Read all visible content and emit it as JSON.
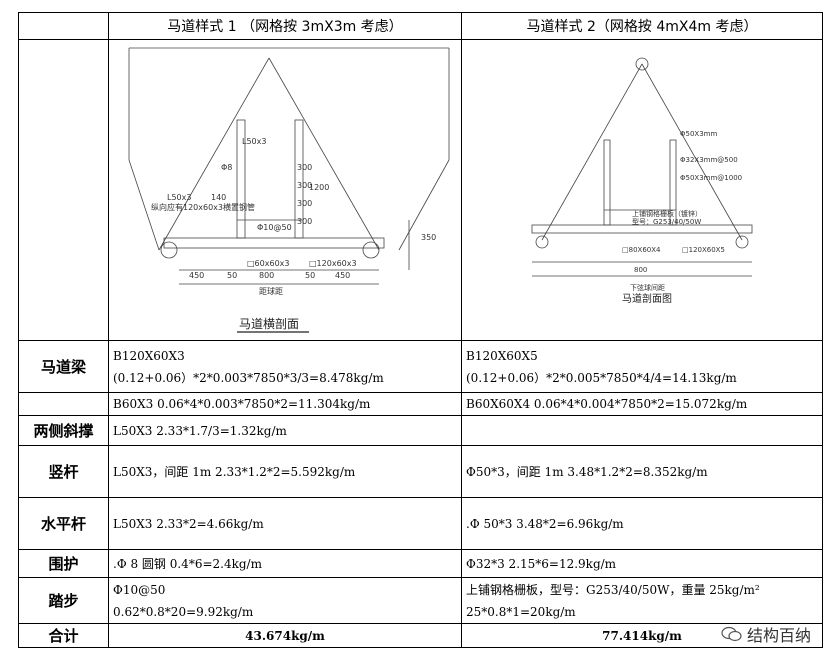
{
  "header": {
    "col1": "马道样式 1 （网格按 3mX3m 考虑）",
    "col2": "马道样式 2（网格按 4mX4m 考虑）"
  },
  "figures": {
    "fig1": {
      "caption": "马道横剖面",
      "labels": [
        "L50x3",
        "300",
        "300",
        "300",
        "300",
        "1200",
        "Φ8",
        "Φ10@50",
        "L50x3",
        "纵向应有120x60x3横置钢管",
        "140",
        "□60x60x3",
        "□120x60x3",
        "350",
        "450",
        "50",
        "800",
        "50",
        "450",
        "距球距"
      ]
    },
    "fig2": {
      "caption": "马道剖面图",
      "labels": [
        "Φ50X3mm",
        "Φ32X3mm@500",
        "Φ50X3mm@1000",
        "上铺钢格栅板（镀锌）",
        "型号：G253/40/50W",
        "□80X60X4",
        "□120X60X5",
        "800",
        "下弦球间距"
      ]
    }
  },
  "rows": [
    {
      "label": "马道梁",
      "c1": [
        "B120X60X3",
        "(0.12+0.06）*2*0.003*7850*3/3=8.478kg/m"
      ],
      "c2": [
        "B120X60X5",
        "(0.12+0.06）*2*0.005*7850*4/4=14.13kg/m"
      ]
    },
    {
      "label": "",
      "c1": [
        "B60X3  0.06*4*0.003*7850*2=11.304kg/m"
      ],
      "c2": [
        "B60X60X4  0.06*4*0.004*7850*2=15.072kg/m"
      ]
    },
    {
      "label": "两侧斜撑",
      "c1": [
        "L50X3  2.33*1.7/3=1.32kg/m"
      ],
      "c2": [
        ""
      ]
    },
    {
      "label": "竖杆",
      "c1": [
        "L50X3，间距 1m     2.33*1.2*2=5.592kg/m"
      ],
      "c2": [
        "Φ50*3，间距 1m     3.48*1.2*2=8.352kg/m"
      ]
    },
    {
      "label": "水平杆",
      "c1": [
        "L50X3     2.33*2=4.66kg/m"
      ],
      "c2": [
        ".Φ 50*3   3.48*2=6.96kg/m"
      ]
    },
    {
      "label": "围护",
      "c1": [
        ".Φ 8 圆钢  0.4*6=2.4kg/m"
      ],
      "c2": [
        "Φ32*3  2.15*6=12.9kg/m"
      ]
    },
    {
      "label": "踏步",
      "c1": [
        "Φ10@50",
        "0.62*0.8*20=9.92kg/m"
      ],
      "c2": [
        "上铺钢格栅板，型号：G253/40/50W，重量 25kg/m²",
        "25*0.8*1=20kg/m"
      ]
    },
    {
      "label": "合计",
      "c1": [
        "43.674kg/m"
      ],
      "c2": [
        "77.414kg/m"
      ]
    }
  ],
  "watermark": "结构百纳",
  "para_mark": "↵"
}
